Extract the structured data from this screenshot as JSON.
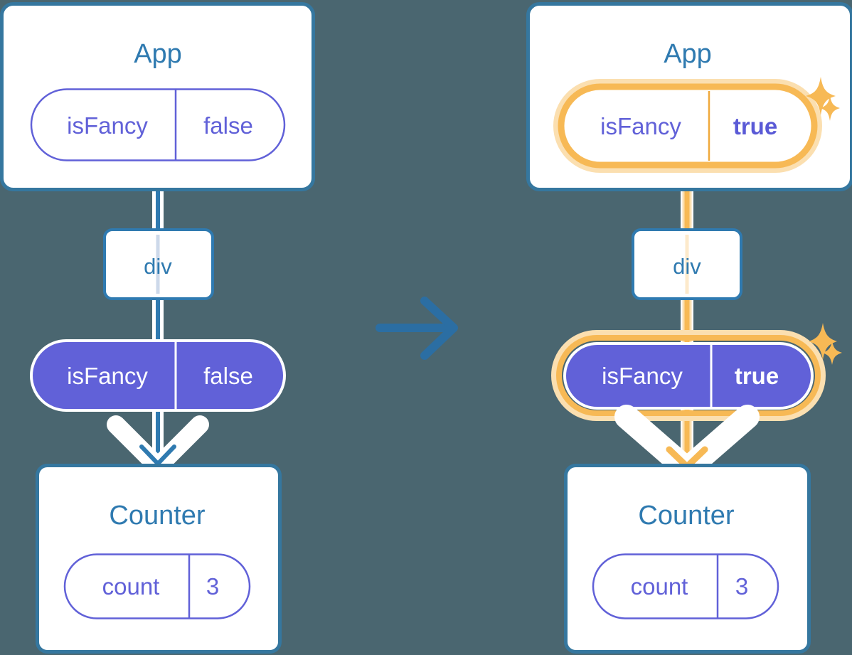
{
  "meta": {
    "title": "React state propagation diagram: isFancy false to true",
    "background_color": "#4a6670"
  },
  "palette": {
    "background": "#4a6670",
    "card_border_blue": "#35779f",
    "title_blue": "#2f7ab0",
    "purple": "#6161d8",
    "amber": "#f5b košt",
    "amber_ring": "#f7b955",
    "amber_glow": "#fbdfb0",
    "white": "#ffffff"
  },
  "before": {
    "app_card": {
      "title": "App",
      "state_pill": {
        "key": "isFancy",
        "value": "false",
        "style": "outline",
        "highlighted": false
      }
    },
    "div_node": {
      "label": "div"
    },
    "prop_pill": {
      "key": "isFancy",
      "value": "false",
      "style": "filled",
      "highlighted": false
    },
    "counter_card": {
      "title": "Counter",
      "state_pill": {
        "key": "count",
        "value": "3",
        "style": "outline",
        "highlighted": false
      }
    }
  },
  "transition": {
    "icon": "arrow-right-icon",
    "direction": "right",
    "color": "#2b6ea3"
  },
  "after": {
    "app_card": {
      "title": "App",
      "state_pill": {
        "key": "isFancy",
        "value": "true",
        "style": "outline",
        "highlighted": true,
        "sparkles": 2
      }
    },
    "div_node": {
      "label": "div"
    },
    "prop_pill": {
      "key": "isFancy",
      "value": "true",
      "style": "filled",
      "highlighted": true,
      "sparkles": 2
    },
    "counter_card": {
      "title": "Counter",
      "state_pill": {
        "key": "count",
        "value": "3",
        "style": "outline",
        "highlighted": false
      }
    }
  }
}
